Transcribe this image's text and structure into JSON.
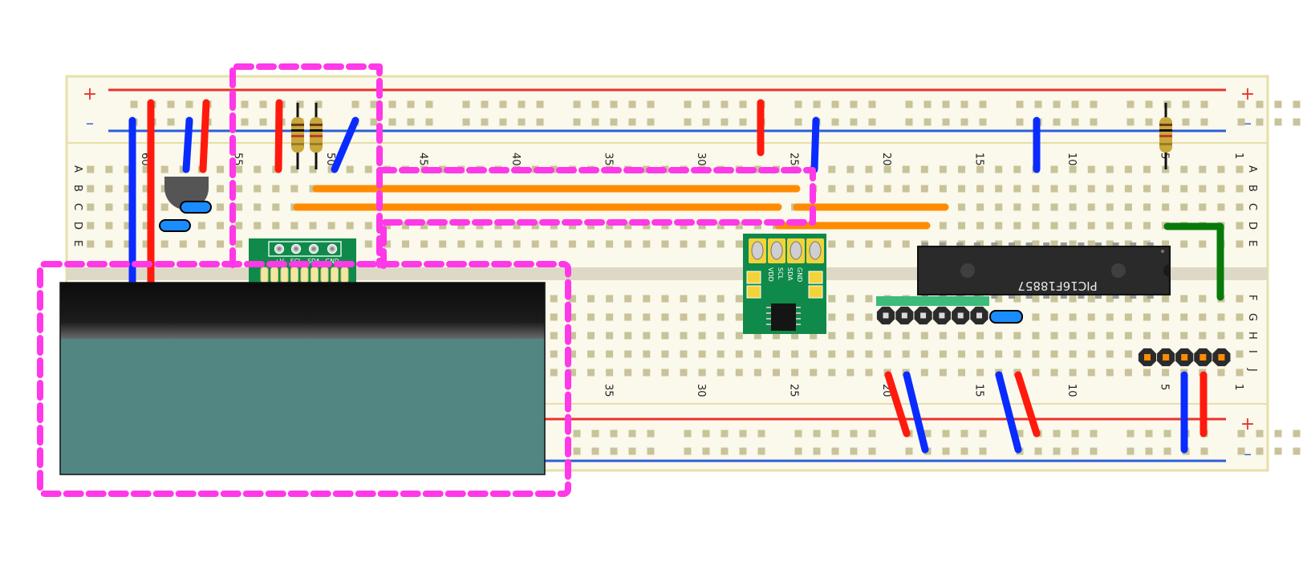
{
  "board": {
    "rail_plus": "+",
    "rail_minus": "–",
    "row_letters_top": [
      "A",
      "B",
      "C",
      "D",
      "E"
    ],
    "row_letters_bottom": [
      "F",
      "G",
      "H",
      "I",
      "J"
    ],
    "column_numbers": [
      "60",
      "55",
      "50",
      "45",
      "40",
      "35",
      "30",
      "25",
      "20",
      "15",
      "10",
      "5",
      "1"
    ],
    "column_numbers_bottom": [
      "35",
      "30",
      "25",
      "20",
      "15",
      "10",
      "5",
      "1"
    ]
  },
  "chip": {
    "label": "PIC16F18857"
  },
  "oled_header": {
    "pin_labels": [
      "+V",
      "SCL",
      "SDA",
      "GND"
    ]
  },
  "eeprom_module": {
    "pin_labels": [
      "VDD",
      "SCL",
      "SDA",
      "GND"
    ]
  },
  "colors": {
    "board": "#fbf8ec",
    "board_border": "#e6e0a8",
    "hole": "#c9c39a",
    "rail_red": "#e8342c",
    "rail_blue": "#2d5fd6",
    "wire_red": "#ff1a0d",
    "wire_blue": "#0a2bff",
    "wire_orange": "#ff8c00",
    "wire_green": "#087a08",
    "highlight": "#ff38e8",
    "pcb_green": "#0f8a4a",
    "lcd_glass": "#518682",
    "chip_body": "#2a2a2a"
  }
}
